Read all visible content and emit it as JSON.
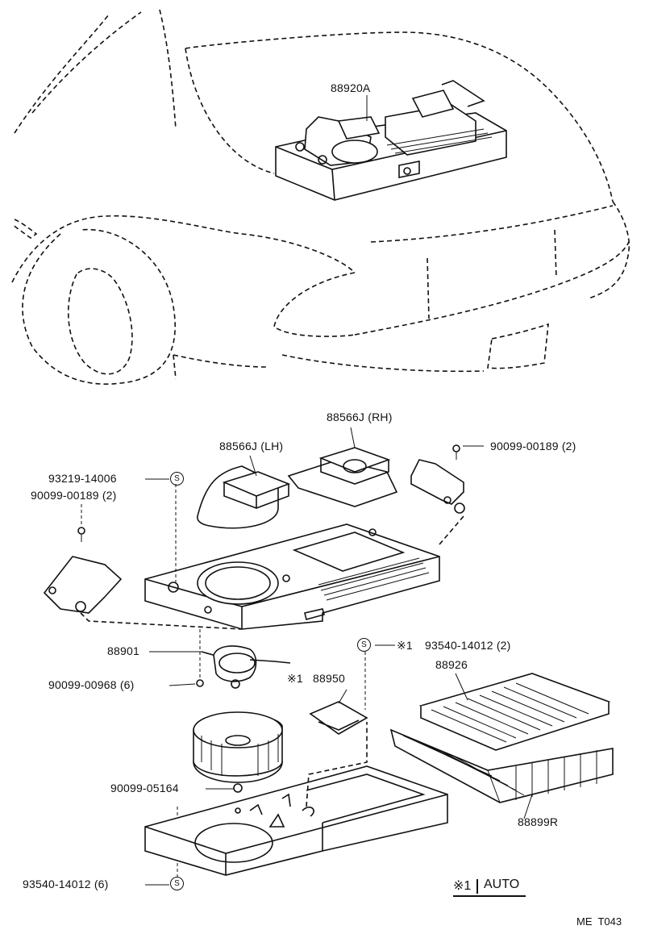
{
  "parts": {
    "p88920A": "88920A",
    "p88566J_RH": "88566J (RH)",
    "p88566J_LH": "88566J (LH)",
    "p90099_00189_right": "90099-00189 (2)",
    "p93219_14006": "93219-14006",
    "p90099_00189_left": "90099-00189 (2)",
    "p88901": "88901",
    "p90099_00968": "90099-00968 (6)",
    "p93540_14012_2": "93540-14012 (2)",
    "p88926": "88926",
    "p88950": "88950",
    "p90099_05164": "90099-05164",
    "p88899R": "88899R",
    "p93540_14012_6": "93540-14012 (6)"
  },
  "marks": {
    "s_circle": "S",
    "note_mark": "※1"
  },
  "legend": {
    "mark": "※1",
    "text": "AUTO"
  },
  "drawing_code": "ME  T043"
}
